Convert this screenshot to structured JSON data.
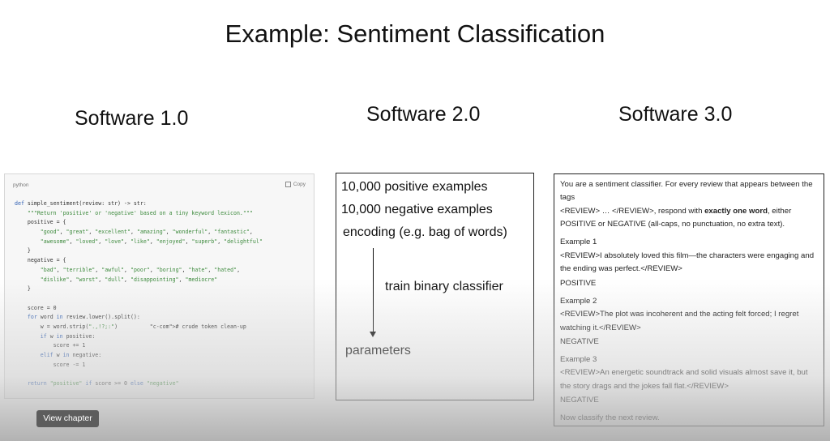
{
  "slide": {
    "title": "Example: Sentiment Classification",
    "columns": [
      "Software 1.0",
      "Software 2.0",
      "Software 3.0"
    ]
  },
  "software1": {
    "language_label": "python",
    "copy_label": "Copy",
    "code_lines": [
      "def simple_sentiment(review: str) -> str:",
      "    \"\"\"Return 'positive' or 'negative' based on a tiny keyword lexicon.\"\"\"",
      "    positive = {",
      "        \"good\", \"great\", \"excellent\", \"amazing\", \"wonderful\", \"fantastic\",",
      "        \"awesome\", \"loved\", \"love\", \"like\", \"enjoyed\", \"superb\", \"delightful\"",
      "    }",
      "    negative = {",
      "        \"bad\", \"terrible\", \"awful\", \"poor\", \"boring\", \"hate\", \"hated\",",
      "        \"dislike\", \"worst\", \"dull\", \"disappointing\", \"mediocre\"",
      "    }",
      "",
      "    score = 0",
      "    for word in review.lower().split():",
      "        w = word.strip(\".,!?;:\")          # crude token clean-up",
      "        if w in positive:",
      "            score += 1",
      "        elif w in negative:",
      "            score -= 1",
      "",
      "    return \"positive\" if score >= 0 else \"negative\""
    ]
  },
  "software2": {
    "line1": "10,000 positive examples",
    "line2": "10,000 negative examples",
    "line3": "encoding (e.g. bag of words)",
    "arrow_label": "train binary classifier",
    "output": "parameters"
  },
  "software3": {
    "intro_a": "You are a sentiment classifier. For every review that appears between the",
    "intro_b": "tags",
    "intro_c_pre": "<REVIEW> … </REVIEW>, respond with ",
    "intro_c_bold": "exactly one word",
    "intro_c_post": ", either",
    "intro_d": "POSITIVE or NEGATIVE (all-caps, no punctuation, no extra text).",
    "ex1_title": "Example 1",
    "ex1_a": "<REVIEW>I absolutely loved this film—the characters were engaging and",
    "ex1_b": "the ending was perfect.</REVIEW>",
    "ex1_label": "POSITIVE",
    "ex2_title": "Example 2",
    "ex2_a": "<REVIEW>The plot was incoherent and the acting felt forced; I regret",
    "ex2_b": "watching it.</REVIEW>",
    "ex2_label": "NEGATIVE",
    "ex3_title": "Example 3",
    "ex3_a": "<REVIEW>An energetic soundtrack and solid visuals almost save it, but",
    "ex3_b": "the story drags and the jokes fall flat.</REVIEW>",
    "ex3_label": "NEGATIVE",
    "final": "Now classify the next review."
  },
  "player": {
    "view_chapter_label": "View chapter"
  }
}
